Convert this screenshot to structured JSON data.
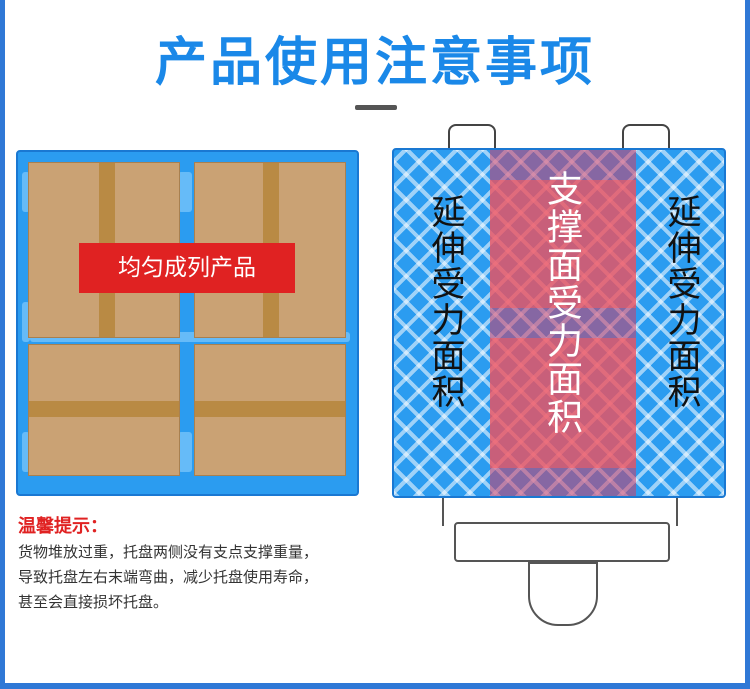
{
  "header": {
    "title": "产品使用注意事项"
  },
  "left_image": {
    "label": "均匀成列产品"
  },
  "notice": {
    "title": "温馨提示：",
    "lines": [
      "货物堆放过重，托盘两侧没有支点支撑重量，",
      "导致托盘左右末端弯曲，减少托盘使用寿命，",
      "甚至会直接损坏托盘。"
    ]
  },
  "right_image": {
    "left_label": "延伸受力面积",
    "center_label": "支撑面受力面积",
    "right_label": "延伸受力面积"
  },
  "colors": {
    "accent": "#1a88e8",
    "pallet": "#2b9cf0",
    "warning": "#e02222"
  }
}
